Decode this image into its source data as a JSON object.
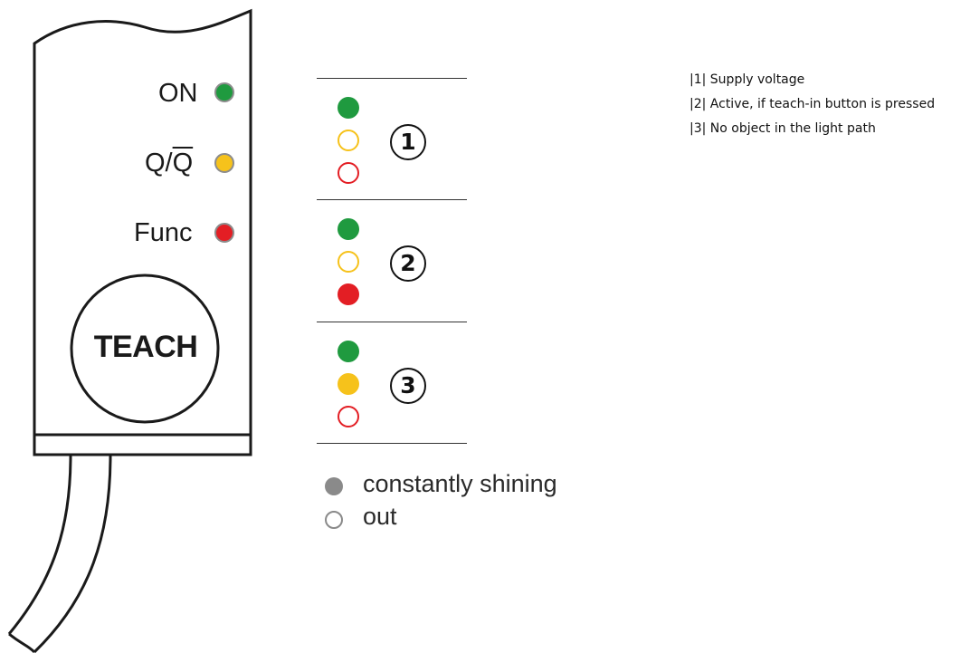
{
  "sensor": {
    "leds": [
      {
        "label": "ON",
        "color": "#1f9a3f"
      },
      {
        "label": "Q/",
        "label_overline": "Q",
        "color": "#f6c21b"
      },
      {
        "label": "Func",
        "color": "#e31e24"
      }
    ],
    "teach_button_label": "TEACH",
    "housing_stroke": "#1a1a1a"
  },
  "states": [
    {
      "number": "1",
      "green": "on",
      "yellow": "out",
      "red": "out"
    },
    {
      "number": "2",
      "green": "on",
      "yellow": "out",
      "red": "on"
    },
    {
      "number": "3",
      "green": "on",
      "yellow": "on",
      "red": "out"
    }
  ],
  "colors": {
    "green": "#1f9a3f",
    "yellow": "#f6c21b",
    "red": "#e31e24",
    "legend_gray": "#8a8a8a"
  },
  "legend": {
    "shining_label": "constantly shining",
    "out_label": "out"
  },
  "notes": [
    "|1| Supply voltage",
    "|2| Active, if teach-in button is pressed",
    "|3| No object in the light path"
  ]
}
